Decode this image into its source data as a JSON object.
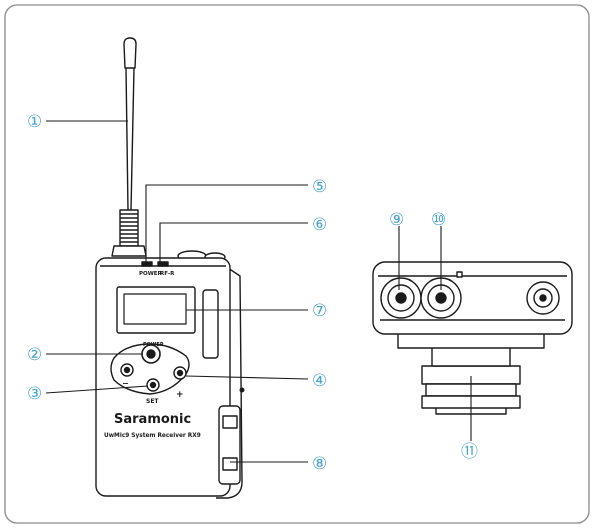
{
  "device_front": {
    "brand": "Saramonic",
    "model_text": "UwMic9 System Receiver RX9",
    "label_power_led": "POWER",
    "label_rf_led": "RF-R",
    "label_power_button": "POWER",
    "label_set": "SET",
    "label_minus": "−",
    "label_plus": "+"
  },
  "callouts": [
    {
      "id": "antenna",
      "number": "①"
    },
    {
      "id": "power-button",
      "number": "②"
    },
    {
      "id": "set-button",
      "number": "③"
    },
    {
      "id": "plus-button",
      "number": "④"
    },
    {
      "id": "power-led",
      "number": "⑤"
    },
    {
      "id": "rf-led",
      "number": "⑥"
    },
    {
      "id": "lcd-display",
      "number": "⑦"
    },
    {
      "id": "belt-clip",
      "number": "⑧"
    },
    {
      "id": "output-jack-1",
      "number": "⑨"
    },
    {
      "id": "output-jack-2",
      "number": "⑩"
    },
    {
      "id": "cold-shoe-mount",
      "number": "⑪"
    }
  ],
  "colors": {
    "line": "#1a1a1a",
    "callout": "#4aa3cf",
    "frame": "#8a8a8a"
  }
}
